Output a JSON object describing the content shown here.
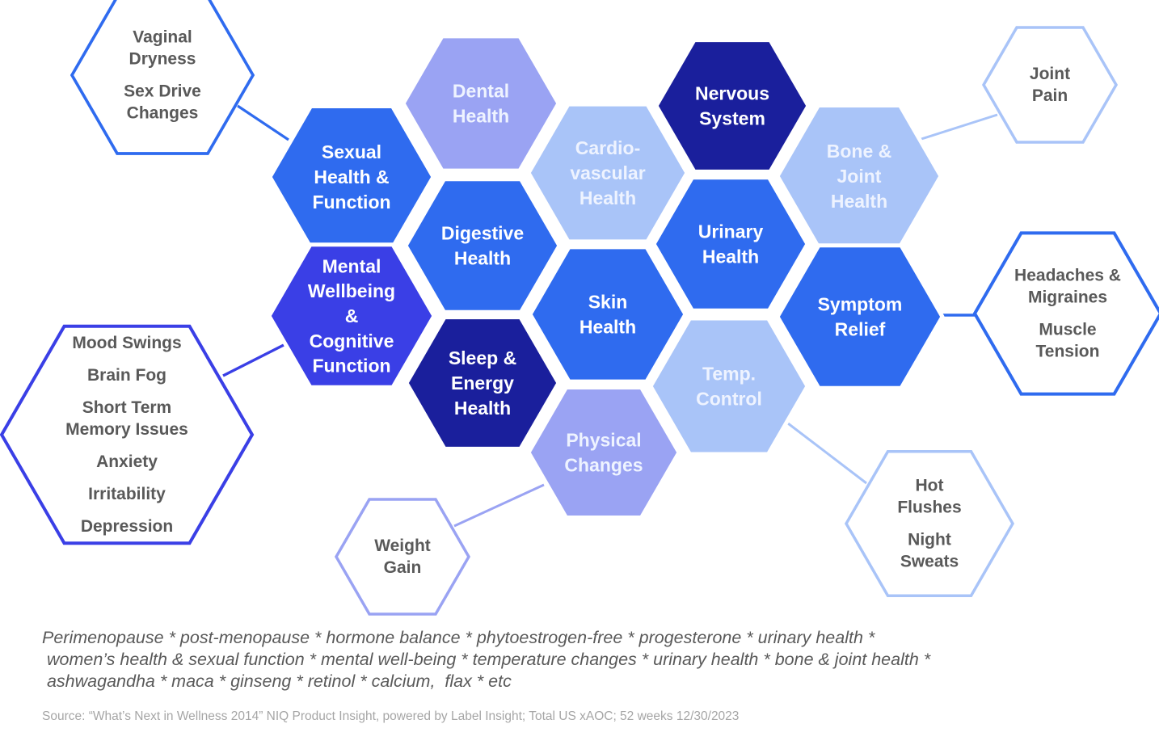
{
  "palette": {
    "dark_navy": "#1a1f9c",
    "indigo": "#3a3fe6",
    "royal_blue": "#2f6bef",
    "periwinkle": "#9aa3f3",
    "light_blue": "#a9c4f8",
    "label_dark": "#ffffff",
    "label_light": "#eef3ff",
    "outline_text": "#595959",
    "connector_blue": "#2f6bef",
    "connector_light": "#a9c4f8",
    "connector_indigo": "#3a3fe6"
  },
  "hexes": [
    {
      "id": "dental-health",
      "lines": [
        "Dental",
        "Health"
      ],
      "color": "periwinkle",
      "icon": "hexagon-icon"
    },
    {
      "id": "nervous-system",
      "lines": [
        "Nervous",
        "System"
      ],
      "color": "dark_navy",
      "icon": "hexagon-icon"
    },
    {
      "id": "sexual-health",
      "lines": [
        "Sexual",
        "Health &",
        "Function"
      ],
      "color": "royal_blue",
      "icon": "hexagon-icon"
    },
    {
      "id": "cardiovascular-health",
      "lines": [
        "Cardio-",
        "vascular",
        "Health"
      ],
      "color": "light_blue",
      "icon": "hexagon-icon"
    },
    {
      "id": "bone-joint-health",
      "lines": [
        "Bone &",
        "Joint",
        "Health"
      ],
      "color": "light_blue",
      "icon": "hexagon-icon"
    },
    {
      "id": "digestive-health",
      "lines": [
        "Digestive",
        "Health"
      ],
      "color": "royal_blue",
      "icon": "hexagon-icon"
    },
    {
      "id": "urinary-health",
      "lines": [
        "Urinary",
        "Health"
      ],
      "color": "royal_blue",
      "icon": "hexagon-icon"
    },
    {
      "id": "mental-wellbeing",
      "lines": [
        "Mental",
        "Wellbeing",
        "&",
        "Cognitive",
        "Function"
      ],
      "color": "indigo",
      "icon": "hexagon-icon"
    },
    {
      "id": "skin-health",
      "lines": [
        "Skin",
        "Health"
      ],
      "color": "royal_blue",
      "icon": "hexagon-icon"
    },
    {
      "id": "symptom-relief",
      "lines": [
        "Symptom",
        "Relief"
      ],
      "color": "royal_blue",
      "icon": "hexagon-icon"
    },
    {
      "id": "sleep-energy-health",
      "lines": [
        "Sleep &",
        "Energy",
        "Health"
      ],
      "color": "dark_navy",
      "icon": "hexagon-icon"
    },
    {
      "id": "temp-control",
      "lines": [
        "Temp.",
        "Control"
      ],
      "color": "light_blue",
      "icon": "hexagon-icon"
    },
    {
      "id": "physical-changes",
      "lines": [
        "Physical",
        "Changes"
      ],
      "color": "periwinkle",
      "icon": "hexagon-icon"
    }
  ],
  "symptom_hexes": [
    {
      "id": "sexual-symptoms",
      "linked_to": "sexual-health",
      "border": "royal_blue",
      "groups": [
        [
          "Vaginal",
          "Dryness"
        ],
        [
          "Sex Drive",
          "Changes"
        ]
      ]
    },
    {
      "id": "joint-symptoms",
      "linked_to": "bone-joint-health",
      "border": "light_blue",
      "groups": [
        [
          "Joint",
          "Pain"
        ]
      ]
    },
    {
      "id": "mental-symptoms",
      "linked_to": "mental-wellbeing",
      "border": "indigo",
      "groups": [
        [
          "Mood Swings"
        ],
        [
          "Brain Fog"
        ],
        [
          "Short Term",
          "Memory Issues"
        ],
        [
          "Anxiety"
        ],
        [
          "Irritability"
        ],
        [
          "Depression"
        ]
      ]
    },
    {
      "id": "relief-symptoms",
      "linked_to": "symptom-relief",
      "border": "royal_blue",
      "groups": [
        [
          "Headaches &",
          "Migraines"
        ],
        [
          "Muscle",
          "Tension"
        ]
      ]
    },
    {
      "id": "weight-symptoms",
      "linked_to": "physical-changes",
      "border": "periwinkle",
      "groups": [
        [
          "Weight",
          "Gain"
        ]
      ]
    },
    {
      "id": "temperature-symptoms",
      "linked_to": "temp-control",
      "border": "light_blue",
      "groups": [
        [
          "Hot",
          "Flushes"
        ],
        [
          "Night",
          "Sweats"
        ]
      ]
    }
  ],
  "keywords": {
    "line1": "Perimenopause * post-menopause * hormone balance * phytoestrogen-free * progesterone * urinary health *",
    "line2": " women’s health & sexual function * mental well-being * temperature changes * urinary health * bone & joint health *",
    "line3": " ashwagandha * maca * ginseng * retinol * calcium,  flax * etc"
  },
  "source": "Source: “What’s Next in Wellness 2014” NIQ Product Insight, powered by Label Insight; Total US xAOC; 52 weeks 12/30/2023"
}
